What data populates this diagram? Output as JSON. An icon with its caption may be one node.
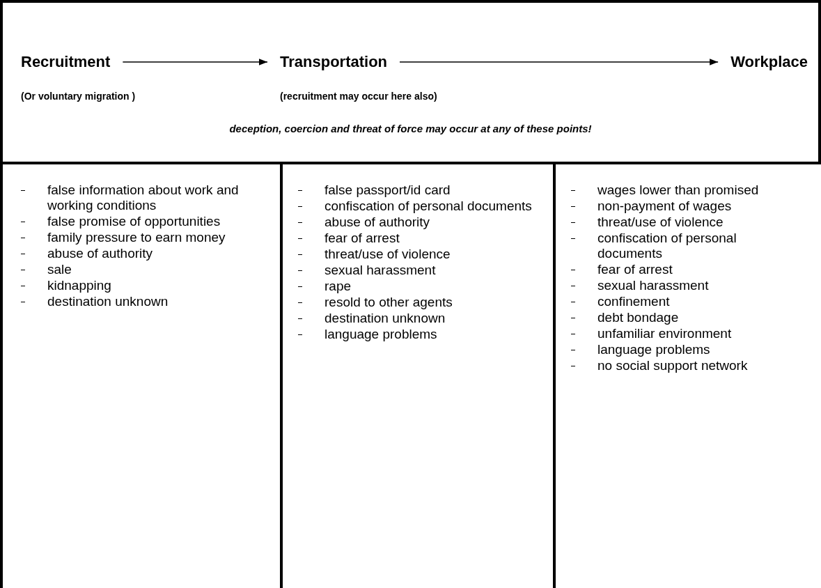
{
  "diagram": {
    "nodes": [
      {
        "text": [
          "deception, coercion and  threat of force may occur at any of these points!"
        ]
      },
      {
        "text": [
          "Recruitment"
        ],
        "beside": [
          "(Or voluntary migration )"
        ],
        "in": 0
      },
      {
        "text": [
          "Transportation"
        ],
        "beside": [
          "(recruitment may occur here also)"
        ],
        "in": 0
      },
      {
        "text": [
          "Workplace"
        ],
        "in": 0
      },
      {
        "text": [
          "false information about work and working conditions",
          "false promise of opportunities",
          "family pressure to earn money",
          "abuse of authority",
          "sale",
          "kidnapping",
          "destination unknown"
        ]
      },
      {
        "text": [
          "false passport/id card",
          "confiscation of personal documents",
          "abuse of authority",
          "fear of arrest",
          "threat/use of violence",
          "sexual harassment",
          "rape",
          "resold to other agents",
          "destination unknown",
          "language problems"
        ]
      },
      {
        "text": [
          "wages lower than promised",
          "non-payment of wages",
          "threat/use of violence",
          "confiscation of personal documents",
          "fear of arrest",
          "sexual harassment",
          "confinement",
          "debt bondage",
          "unfamiliar environment",
          "language problems",
          "no social support network"
        ]
      }
    ],
    "edges": [
      {
        "from": 1,
        "to": 2,
        "arrow": "to"
      },
      {
        "from": 2,
        "to": 3,
        "arrow": "to"
      }
    ]
  }
}
